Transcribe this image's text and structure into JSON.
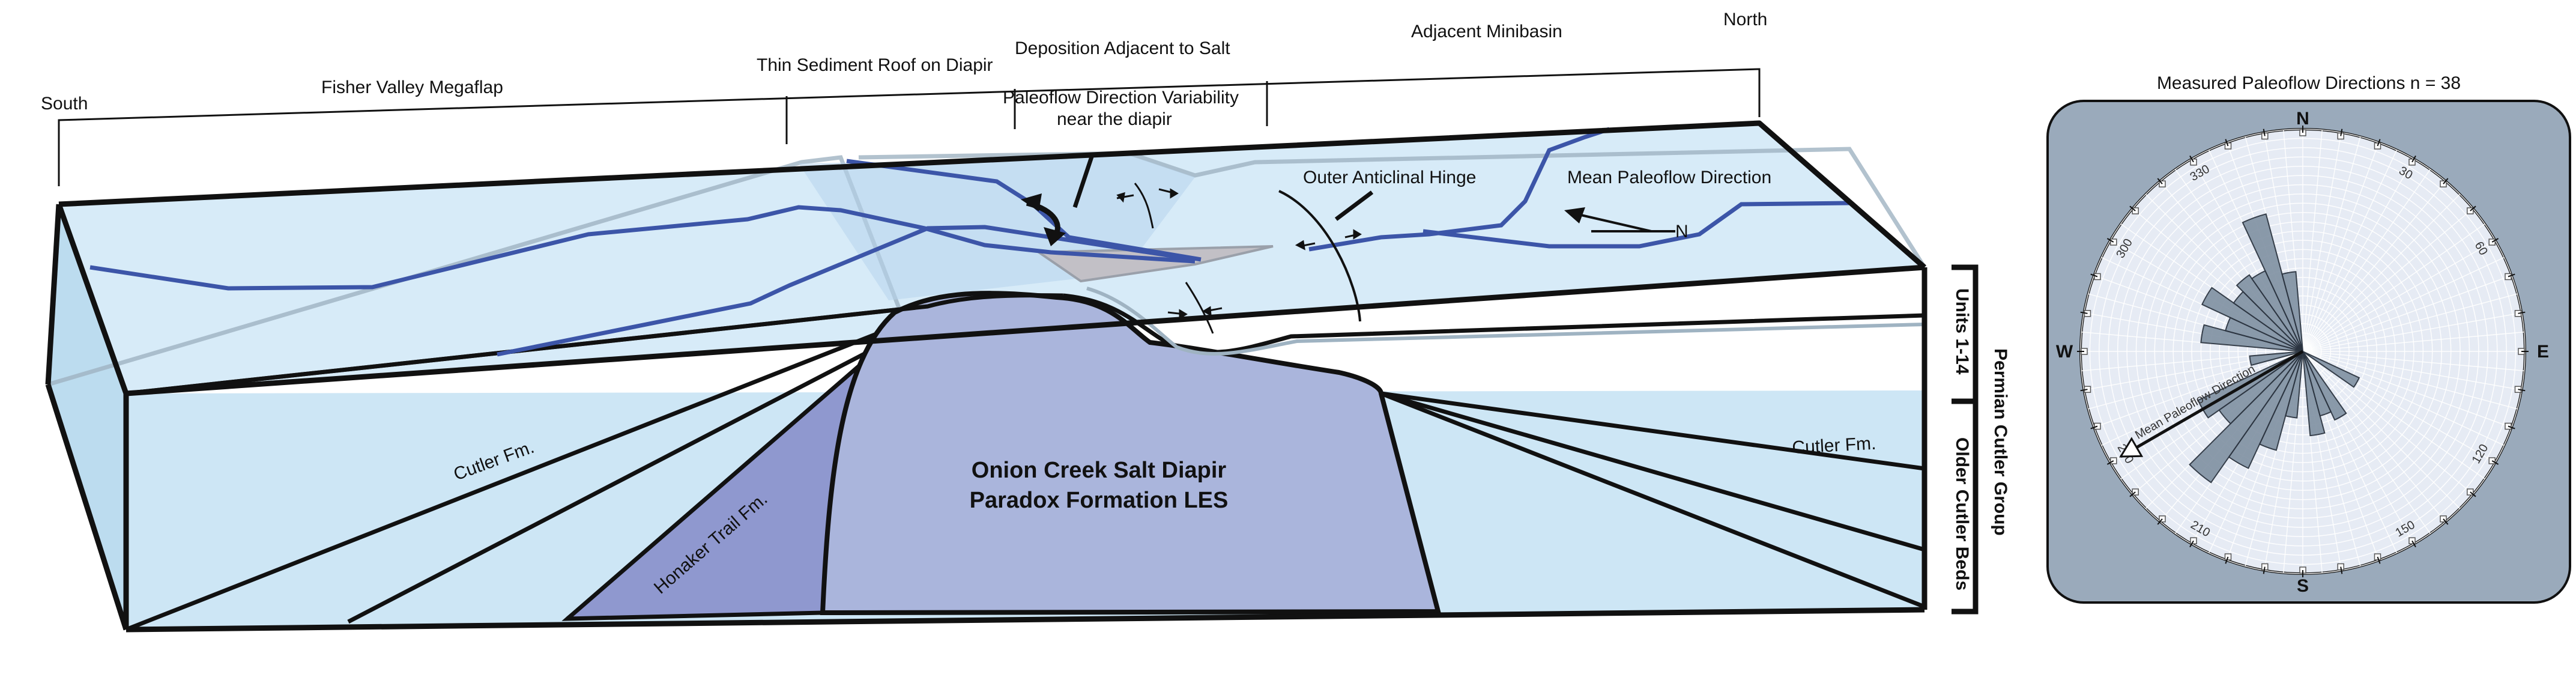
{
  "header_labels": {
    "south": "South",
    "fisher_valley": "Fisher Valley  Megaflap",
    "thin_roof": "Thin Sediment Roof on Diapir",
    "deposition": "Deposition Adjacent to Salt",
    "adjacent_minibasin": "Adjacent Minibasin",
    "north": "North"
  },
  "annotations": {
    "paleoflow_line1": "Paleoflow Direction Variability",
    "paleoflow_line2": "near the diapir",
    "outer_hinge": "Outer Anticlinal Hinge",
    "mean_paleoflow": "Mean Paleoflow Direction",
    "north_arrow": "N"
  },
  "formations": {
    "cutler_left": "Cutler Fm.",
    "cutler_right": "Cutler Fm.",
    "honaker": "Honaker Trail Fm.",
    "diapir_line1": "Onion Creek Salt Diapir",
    "diapir_line2": "Paradox Formation LES"
  },
  "side_labels": {
    "units": "Units 1-14",
    "older": "Older Cutler Beds",
    "permian": "Permian Cutler Group"
  },
  "rose": {
    "title": "Measured Paleoflow Directions n = 38",
    "cardinals": {
      "n": "N",
      "e": "E",
      "s": "S",
      "w": "W"
    },
    "ticks": [
      "30",
      "60",
      "120",
      "150",
      "210",
      "240",
      "300",
      "330"
    ],
    "mean_label": "Mean Paleoflow Direction",
    "mean_direction_deg": 240,
    "petals": [
      {
        "azimuth": 170,
        "length": 0.38
      },
      {
        "azimuth": 190,
        "length": 0.3
      },
      {
        "azimuth": 200,
        "length": 0.46
      },
      {
        "azimuth": 210,
        "length": 0.58
      },
      {
        "azimuth": 220,
        "length": 0.72
      },
      {
        "azimuth": 230,
        "length": 0.46
      },
      {
        "azimuth": 240,
        "length": 0.52
      },
      {
        "azimuth": 260,
        "length": 0.24
      },
      {
        "azimuth": 280,
        "length": 0.46
      },
      {
        "azimuth": 290,
        "length": 0.36
      },
      {
        "azimuth": 300,
        "length": 0.5
      },
      {
        "azimuth": 310,
        "length": 0.38
      },
      {
        "azimuth": 320,
        "length": 0.42
      },
      {
        "azimuth": 330,
        "length": 0.4
      },
      {
        "azimuth": 340,
        "length": 0.64
      },
      {
        "azimuth": 350,
        "length": 0.36
      },
      {
        "azimuth": 120,
        "length": 0.28
      },
      {
        "azimuth": 150,
        "length": 0.34
      },
      {
        "azimuth": 160,
        "length": 0.3
      }
    ]
  },
  "colors": {
    "block_fill": "#cfe7f6",
    "top_surface": "#d8ecf8",
    "diapir": "#a9b5dc",
    "honaker": "#8f98cf",
    "paleo_lines": "#3c55a8",
    "rose_bg": "#9aaabb",
    "petal": "#8595a6"
  }
}
